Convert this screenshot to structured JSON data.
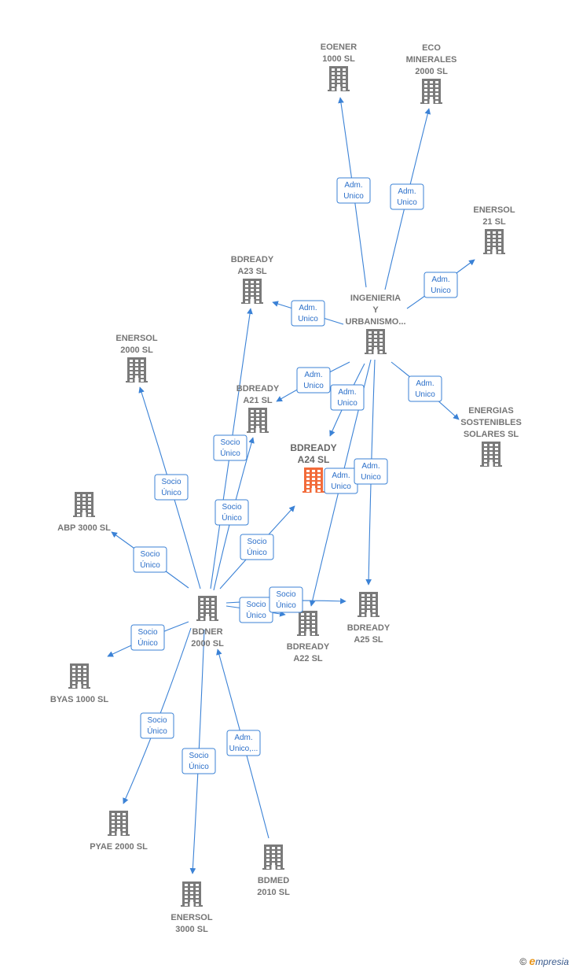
{
  "nodes": [
    {
      "id": "eoener",
      "lines": [
        "EOENER",
        "1000  SL"
      ],
      "focus": false
    },
    {
      "id": "eco",
      "lines": [
        "ECO",
        "MINERALES",
        "2000  SL"
      ],
      "focus": false
    },
    {
      "id": "enersol21",
      "lines": [
        "ENERSOL",
        "21  SL"
      ],
      "focus": false
    },
    {
      "id": "ingenieria",
      "lines": [
        "INGENIERIA",
        "Y",
        "URBANISMO..."
      ],
      "focus": false
    },
    {
      "id": "bdready_a23",
      "lines": [
        "BDREADY",
        "A23  SL"
      ],
      "focus": false
    },
    {
      "id": "enersol2000",
      "lines": [
        "ENERSOL",
        "2000  SL"
      ],
      "focus": false
    },
    {
      "id": "bdready_a21",
      "lines": [
        "BDREADY",
        "A21  SL"
      ],
      "focus": false
    },
    {
      "id": "bdready_a24",
      "lines": [
        "BDREADY",
        "A24  SL"
      ],
      "focus": true
    },
    {
      "id": "energias",
      "lines": [
        "ENERGIAS",
        "SOSTENIBLES",
        "SOLARES  SL"
      ],
      "focus": false
    },
    {
      "id": "abp",
      "lines": [
        "ABP 3000  SL"
      ],
      "focus": false
    },
    {
      "id": "bdner",
      "lines": [
        "BDNER",
        "2000  SL"
      ],
      "focus": false
    },
    {
      "id": "bdready_a22",
      "lines": [
        "BDREADY",
        "A22  SL"
      ],
      "focus": false
    },
    {
      "id": "bdready_a25",
      "lines": [
        "BDREADY",
        "A25  SL"
      ],
      "focus": false
    },
    {
      "id": "byas",
      "lines": [
        "BYAS 1000  SL"
      ],
      "focus": false
    },
    {
      "id": "pyae",
      "lines": [
        "PYAE 2000  SL"
      ],
      "focus": false
    },
    {
      "id": "bdmed",
      "lines": [
        "BDMED",
        "2010 SL"
      ],
      "focus": false
    },
    {
      "id": "enersol3000",
      "lines": [
        "ENERSOL",
        "3000  SL"
      ],
      "focus": false
    }
  ],
  "edges": [
    {
      "from": "ingenieria",
      "to": "eoener",
      "label": [
        "Adm.",
        "Unico"
      ]
    },
    {
      "from": "ingenieria",
      "to": "eco",
      "label": [
        "Adm.",
        "Unico"
      ]
    },
    {
      "from": "ingenieria",
      "to": "enersol21",
      "label": [
        "Adm.",
        "Unico"
      ]
    },
    {
      "from": "ingenieria",
      "to": "bdready_a23",
      "label": [
        "Adm.",
        "Unico"
      ]
    },
    {
      "from": "ingenieria",
      "to": "bdready_a21",
      "label": [
        "Adm.",
        "Unico"
      ]
    },
    {
      "from": "ingenieria",
      "to": "bdready_a24",
      "label": [
        "Adm.",
        "Unico"
      ]
    },
    {
      "from": "ingenieria",
      "to": "energias",
      "label": [
        "Adm.",
        "Unico"
      ]
    },
    {
      "from": "ingenieria",
      "to": "bdready_a22",
      "label": [
        "Adm.",
        "Unico"
      ]
    },
    {
      "from": "ingenieria",
      "to": "bdready_a25",
      "label": [
        "Adm.",
        "Unico"
      ]
    },
    {
      "from": "bdner",
      "to": "bdready_a23",
      "label": [
        "Socio",
        "Único"
      ]
    },
    {
      "from": "bdner",
      "to": "enersol2000",
      "label": [
        "Socio",
        "Único"
      ]
    },
    {
      "from": "bdner",
      "to": "bdready_a21",
      "label": [
        "Socio",
        "Único"
      ]
    },
    {
      "from": "bdner",
      "to": "bdready_a24",
      "label": [
        "Socio",
        "Único"
      ]
    },
    {
      "from": "bdner",
      "to": "abp",
      "label": [
        "Socio",
        "Único"
      ]
    },
    {
      "from": "bdner",
      "to": "bdready_a22",
      "label": [
        "Socio",
        "Único"
      ]
    },
    {
      "from": "bdner",
      "to": "bdready_a25",
      "label": [
        "Socio",
        "Único"
      ]
    },
    {
      "from": "bdner",
      "to": "byas",
      "label": [
        "Socio",
        "Único"
      ]
    },
    {
      "from": "bdner",
      "to": "pyae",
      "label": [
        "Socio",
        "Único"
      ]
    },
    {
      "from": "bdner",
      "to": "enersol3000",
      "label": [
        "Socio",
        "Único"
      ]
    },
    {
      "from": "bdmed",
      "to": "bdner",
      "label": [
        "Adm.",
        "Unico,..."
      ]
    }
  ],
  "colors": {
    "building": "#7a7a7a",
    "focus_building": "#f26b3a",
    "edge": "#3b82d6",
    "label_box_border": "#3b82d6"
  },
  "watermark": {
    "symbol": "©",
    "brand_initial": "e",
    "brand_rest": "mpresia"
  }
}
